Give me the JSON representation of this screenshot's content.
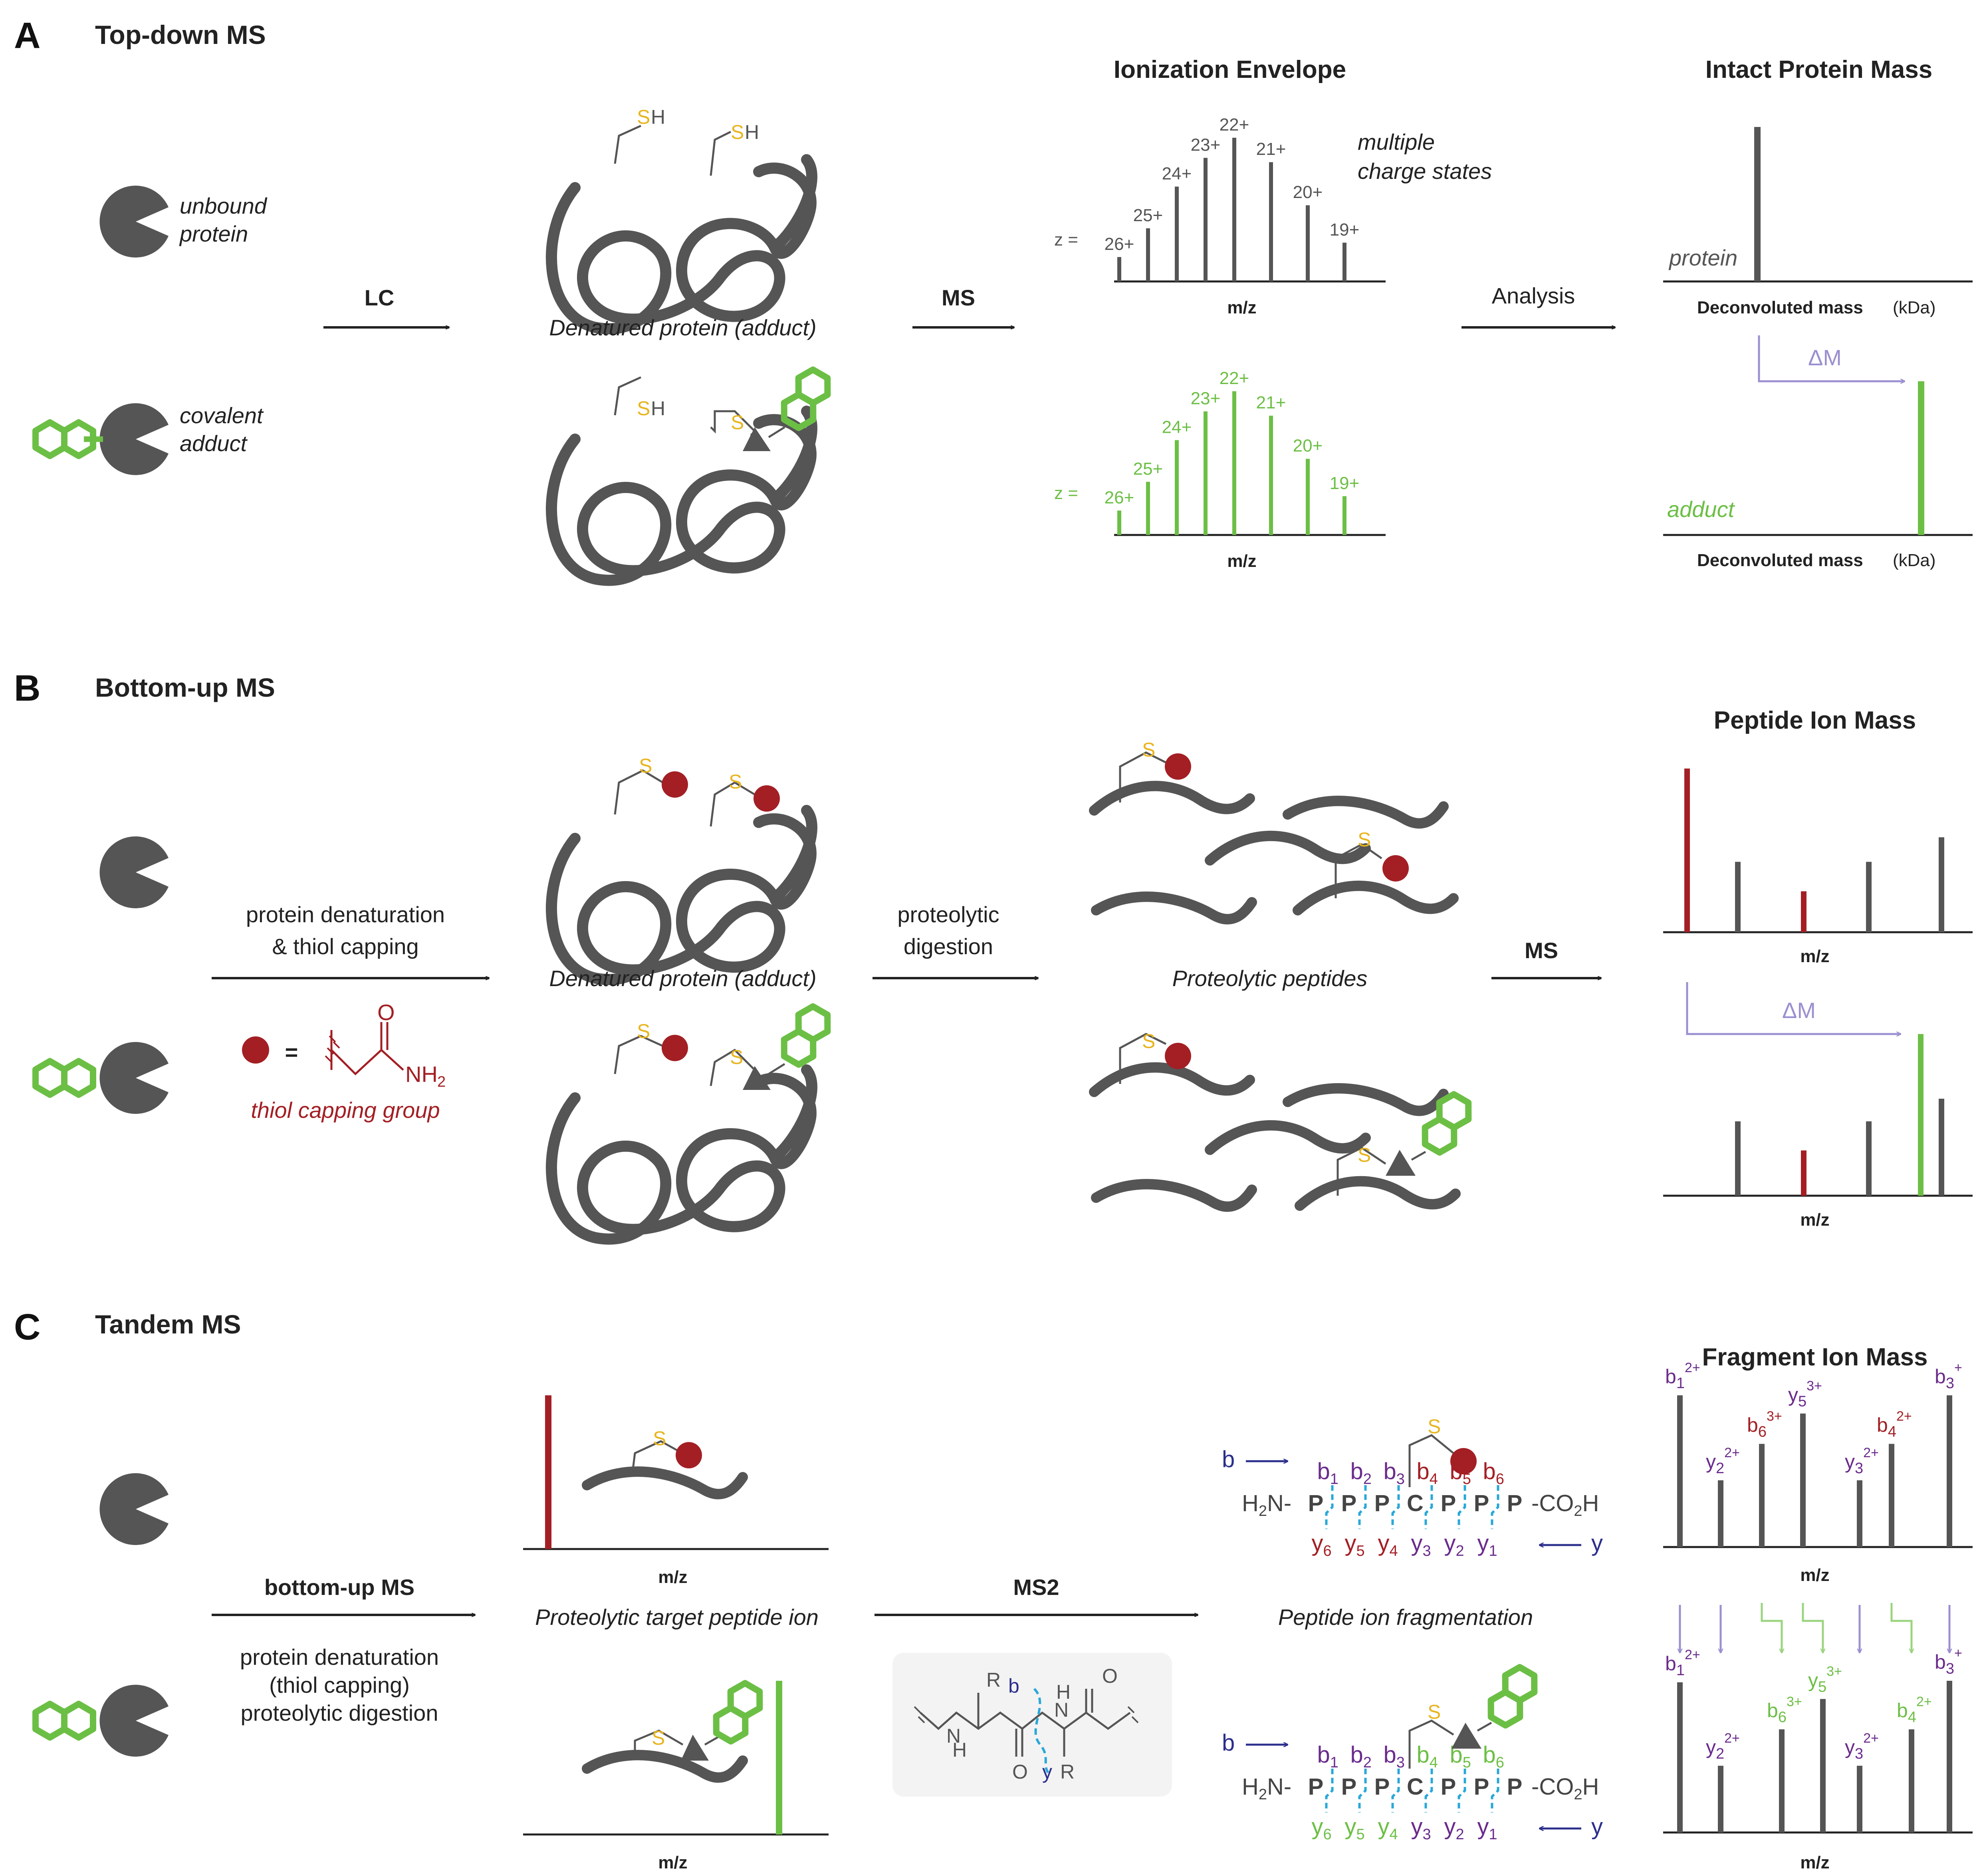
{
  "panels": {
    "A": {
      "letter": "A",
      "title": "Top-down MS"
    },
    "B": {
      "letter": "B",
      "title": "Bottom-up MS"
    },
    "C": {
      "letter": "C",
      "title": "Tandem MS"
    }
  },
  "legend": {
    "unbound_1": "unbound",
    "unbound_2": "protein",
    "covalent_1": "covalent",
    "covalent_2": "adduct"
  },
  "panel_a": {
    "lc_label": "LC",
    "denatured_caption": "Denatured protein (adduct)",
    "ms_label": "MS",
    "envelope_title": "Ionization Envelope",
    "multiple_1": "multiple",
    "multiple_2": "charge states",
    "z_label": "z =",
    "charge_states": [
      "26+",
      "25+",
      "24+",
      "23+",
      "22+",
      "21+",
      "20+",
      "19+"
    ],
    "charge_levels": [
      0.17,
      0.37,
      0.66,
      0.86,
      1.0,
      0.83,
      0.53,
      0.27
    ],
    "mz_label": "m/z",
    "analysis_label": "Analysis",
    "intact_title": "Intact Protein Mass",
    "protein_label": "protein",
    "adduct_label": "adduct",
    "deconv_label": "Deconvoluted mass",
    "kda_label": "(kDa)",
    "delta_m": "ΔM",
    "sh": "SH",
    "s": "S",
    "h": "H"
  },
  "panel_b": {
    "step1_1": "protein denaturation",
    "step1_2": "& thiol capping",
    "equals": "=",
    "o_label": "O",
    "nh2_label": "NH",
    "nh2_sub": "2",
    "capping_caption": "thiol capping group",
    "denatured_caption": "Denatured protein (adduct)",
    "step2_1": "proteolytic",
    "step2_2": "digestion",
    "peptides_caption": "Proteolytic peptides",
    "ms_label": "MS",
    "peptide_title": "Peptide Ion Mass",
    "mz_label": "m/z",
    "delta_m": "ΔM",
    "top_spectrum_levels": [
      1.0,
      0.43,
      0.25,
      0.43,
      0.58
    ],
    "bottom_spectrum_levels": [
      0.46,
      0.28,
      0.46,
      1.0,
      0.6
    ],
    "s": "S"
  },
  "panel_c": {
    "step1_bold": "bottom-up MS",
    "step1_1": "protein denaturation",
    "step1_2": "(thiol capping)",
    "step1_3": "proteolytic digestion",
    "target_caption": "Proteolytic target peptide ion",
    "mz_label": "m/z",
    "ms2_label": "MS2",
    "frag_caption": "Peptide ion fragmentation",
    "fragment_title": "Fragment Ion Mass",
    "sequence": [
      "P",
      "P",
      "P",
      "C",
      "P",
      "P",
      "P"
    ],
    "h2n": "H",
    "h2n_sub": "2",
    "h2n_end": "N-",
    "cooh_start": "-CO",
    "cooh_sub": "2",
    "cooh_end": "H",
    "b_label": "b",
    "y_label": "y",
    "b_subs": [
      "1",
      "2",
      "3",
      "4",
      "5",
      "6"
    ],
    "y_subs": [
      "6",
      "5",
      "4",
      "3",
      "2",
      "1"
    ],
    "frag_top": [
      {
        "ion": "b",
        "sub": "1",
        "charge": "2+",
        "level": 1.0
      },
      {
        "ion": "y",
        "sub": "2",
        "charge": "2+",
        "level": 0.44
      },
      {
        "ion": "b",
        "sub": "6",
        "charge": "3+",
        "level": 0.68
      },
      {
        "ion": "y",
        "sub": "5",
        "charge": "3+",
        "level": 0.88
      },
      {
        "ion": "y",
        "sub": "3",
        "charge": "2+",
        "level": 0.44
      },
      {
        "ion": "b",
        "sub": "4",
        "charge": "2+",
        "level": 0.68
      },
      {
        "ion": "b",
        "sub": "3",
        "charge": "+",
        "level": 1.0
      }
    ],
    "frag_bottom": [
      {
        "ion": "b",
        "sub": "1",
        "charge": "2+",
        "level": 0.99
      },
      {
        "ion": "y",
        "sub": "2",
        "charge": "2+",
        "level": 0.44
      },
      {
        "ion": "b",
        "sub": "6",
        "charge": "3+",
        "level": 0.68
      },
      {
        "ion": "y",
        "sub": "5",
        "charge": "3+",
        "level": 0.88
      },
      {
        "ion": "y",
        "sub": "3",
        "charge": "2+",
        "level": 0.44
      },
      {
        "ion": "b",
        "sub": "4",
        "charge": "2+",
        "level": 0.68
      },
      {
        "ion": "b",
        "sub": "3",
        "charge": "+",
        "level": 1.0
      }
    ],
    "chem_R": "R",
    "chem_H": "H",
    "chem_N": "N",
    "chem_O": "O",
    "chem_b": "b",
    "chem_y": "y",
    "s": "S"
  },
  "colors": {
    "grey": "#555555",
    "green": "#6cbf45",
    "red": "#a31f24",
    "purple": "#6b2b8c",
    "navy": "#2b2f8c",
    "cyan": "#29a8d8",
    "lavender": "#9b8fd0",
    "yellow": "#e8b520"
  }
}
